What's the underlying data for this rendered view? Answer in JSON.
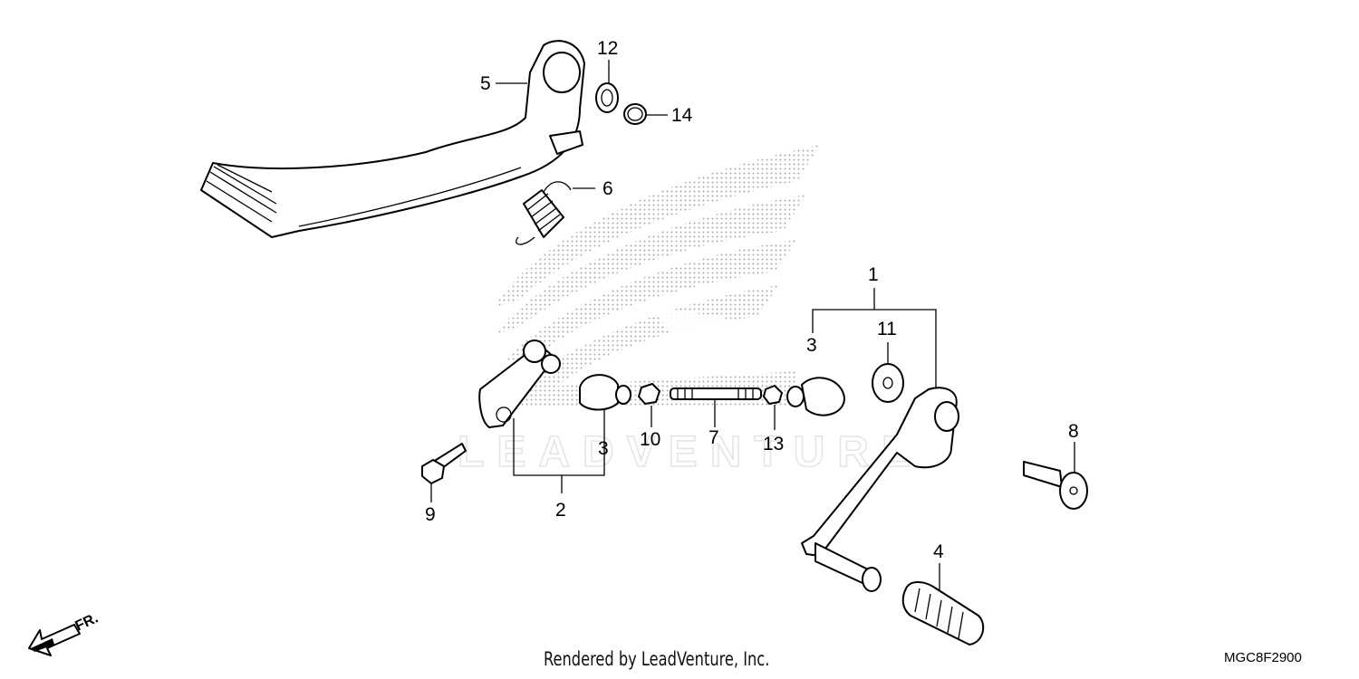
{
  "diagram": {
    "watermark": "LEADVENTURE",
    "direction_label": "FR.",
    "callouts": [
      {
        "id": "c1",
        "label": "1"
      },
      {
        "id": "c2",
        "label": "2"
      },
      {
        "id": "c3a",
        "label": "3"
      },
      {
        "id": "c3b",
        "label": "3"
      },
      {
        "id": "c4",
        "label": "4"
      },
      {
        "id": "c5",
        "label": "5"
      },
      {
        "id": "c6",
        "label": "6"
      },
      {
        "id": "c7",
        "label": "7"
      },
      {
        "id": "c8",
        "label": "8"
      },
      {
        "id": "c9",
        "label": "9"
      },
      {
        "id": "c10",
        "label": "10"
      },
      {
        "id": "c11",
        "label": "11"
      },
      {
        "id": "c12",
        "label": "12"
      },
      {
        "id": "c13",
        "label": "13"
      },
      {
        "id": "c14",
        "label": "14"
      }
    ]
  },
  "footer": {
    "credit": "Rendered by LeadVenture, Inc.",
    "diagram_code": "MGC8F2900"
  }
}
